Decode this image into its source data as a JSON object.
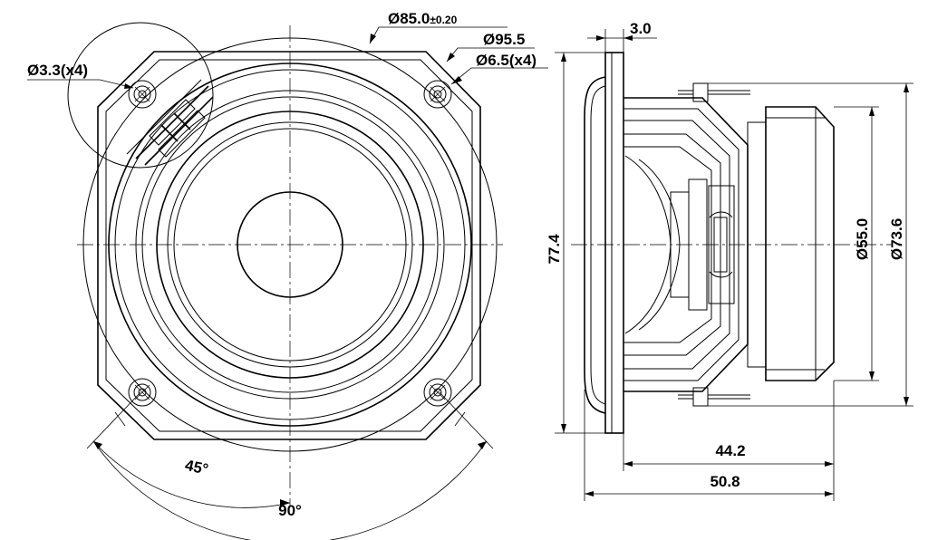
{
  "front_view": {
    "outer_diameter": "Ø85.0",
    "outer_tolerance": "±0.20",
    "basket_diameter": "Ø95.5",
    "mount_hole": "Ø6.5(x4)",
    "small_hole": "Ø3.3(x4)",
    "angle_hole_spacing": "45°",
    "angle_pattern": "90°"
  },
  "side_view": {
    "flange_thickness": "3.0",
    "overall_height": "77.4",
    "magnet_diameter": "Ø55.0",
    "motor_diameter": "Ø73.6",
    "depth_from_flange": "44.2",
    "overall_depth": "50.8"
  },
  "colors": {
    "line": "#000000",
    "background": "#ffffff"
  }
}
